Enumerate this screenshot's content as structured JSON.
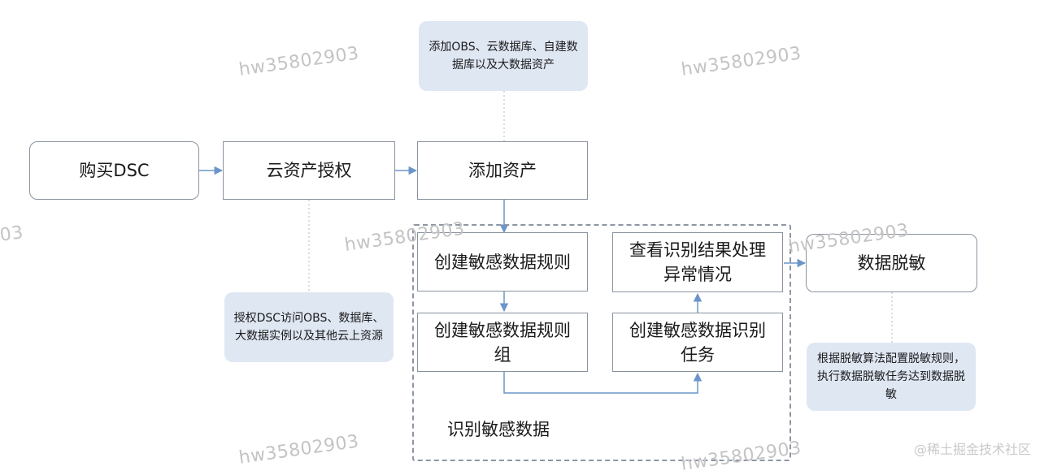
{
  "nodes": {
    "buy_dsc": "购买DSC",
    "authorize": "云资产授权",
    "add_assets": "添加资产",
    "create_rule": "创建敏感数据规则",
    "create_rule_group": "创建敏感数据规则组",
    "view_results": "查看识别结果处理异常情况",
    "create_task": "创建敏感数据识别任务",
    "masking": "数据脱敏"
  },
  "notes": {
    "add_assets_note": "添加OBS、云数据库、自建数据库以及大数据资产",
    "authorize_note": "授权DSC访问OBS、数据库、大数据实例以及其他云上资源",
    "masking_note": "根据脱敏算法配置脱敏规则，执行数据脱敏任务达到数据脱敏"
  },
  "group": {
    "label": "识别敏感数据"
  },
  "watermark": "hw35802903",
  "watermark_partial": "03",
  "credit": "@稀土掘金技术社区",
  "colors": {
    "arrow": "#6b95c9",
    "note_bg": "#dfe7f3",
    "border": "#8a93a0"
  }
}
